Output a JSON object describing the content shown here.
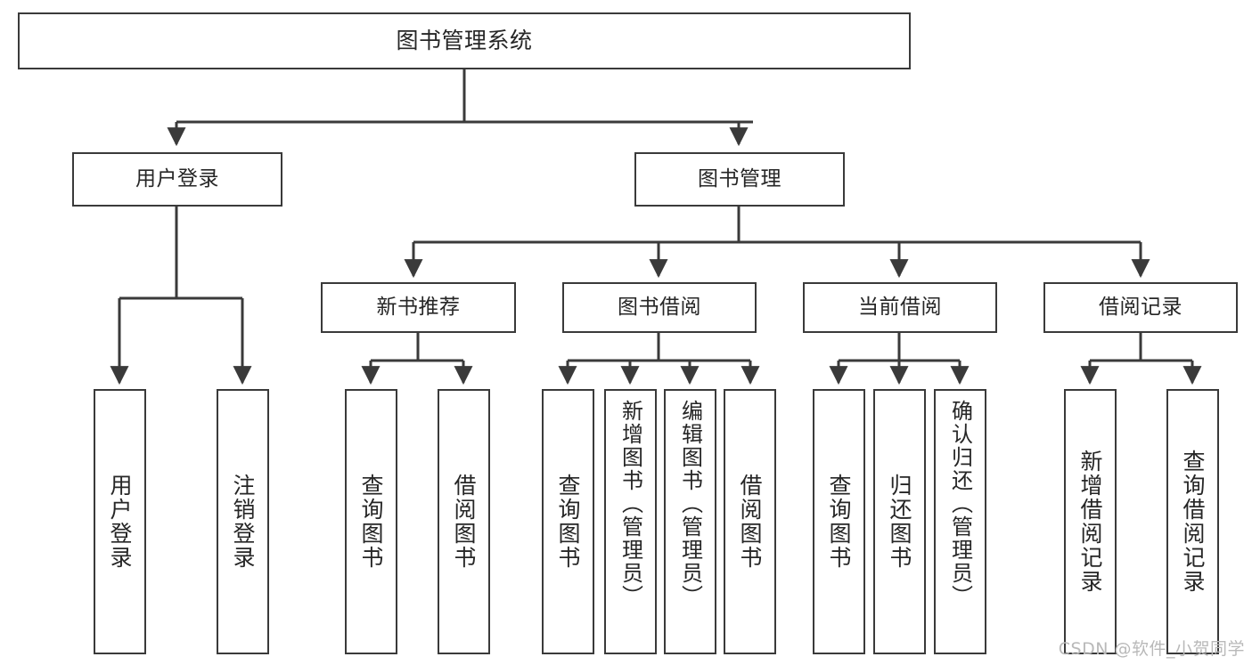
{
  "diagram": {
    "type": "tree-hierarchy-chart",
    "title": "图书管理系统",
    "line_color": "#3a3a3a",
    "box_fill": "#ffffff",
    "text_color": "#262626",
    "watermark": "CSDN @软件_小贺同学"
  },
  "nodes": {
    "root": {
      "label": "图书管理系统"
    },
    "level2": [
      {
        "id": "user-login",
        "label": "用户登录"
      },
      {
        "id": "book-management",
        "label": "图书管理"
      }
    ],
    "level3": [
      {
        "id": "new-book-recommend",
        "label": "新书推荐"
      },
      {
        "id": "book-borrow",
        "label": "图书借阅"
      },
      {
        "id": "current-borrow",
        "label": "当前借阅"
      },
      {
        "id": "borrow-record",
        "label": "借阅记录"
      }
    ],
    "leaves": {
      "user_login": [
        {
          "id": "leaf-user-login",
          "label": "用户登录"
        },
        {
          "id": "leaf-logout-login",
          "label": "注销登录"
        }
      ],
      "new_book_recommend": [
        {
          "id": "leaf-query-book-1",
          "label": "查询图书"
        },
        {
          "id": "leaf-borrow-book-1",
          "label": "借阅图书"
        }
      ],
      "book_borrow": [
        {
          "id": "leaf-query-book-2",
          "label": "查询图书"
        },
        {
          "id": "leaf-add-book",
          "label": "新增图书（管理员）"
        },
        {
          "id": "leaf-edit-book",
          "label": "编辑图书（管理员）"
        },
        {
          "id": "leaf-borrow-book-2",
          "label": "借阅图书"
        }
      ],
      "current_borrow": [
        {
          "id": "leaf-query-book-3",
          "label": "查询图书"
        },
        {
          "id": "leaf-return-book",
          "label": "归还图书"
        },
        {
          "id": "leaf-confirm-return",
          "label": "确认归还（管理员）"
        }
      ],
      "borrow_record": [
        {
          "id": "leaf-add-record",
          "label": "新增借阅记录"
        },
        {
          "id": "leaf-query-record",
          "label": "查询借阅记录"
        }
      ]
    }
  }
}
